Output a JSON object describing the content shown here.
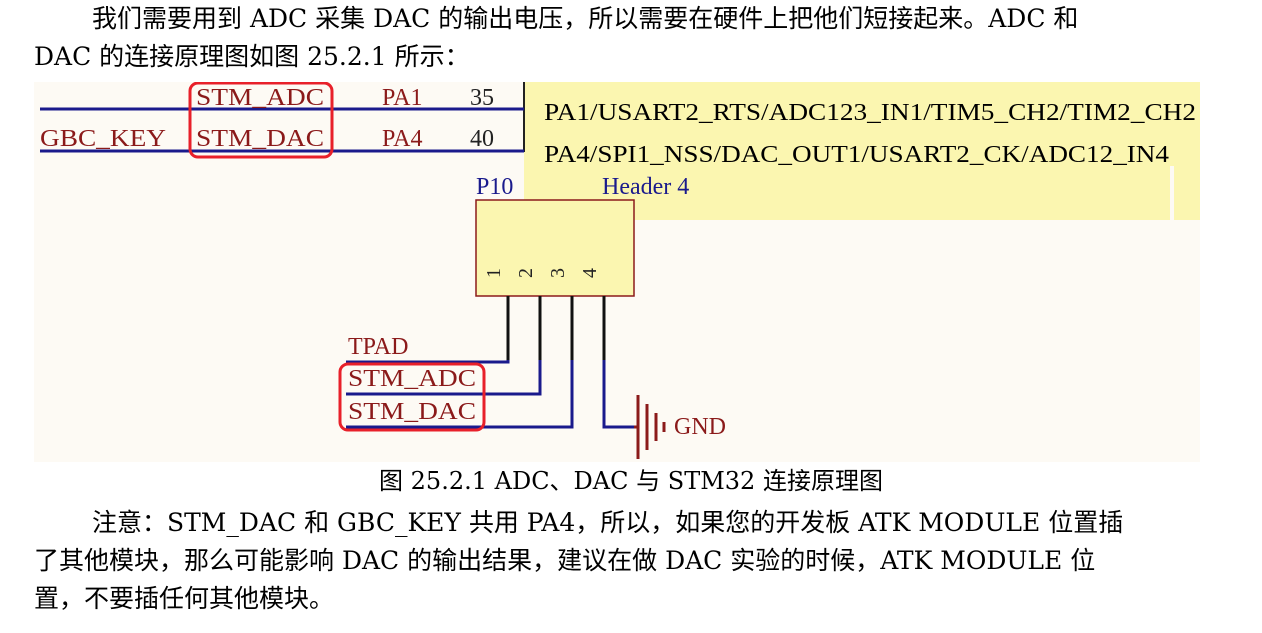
{
  "intro": {
    "line1": "我们需要用到 ADC 采集 DAC 的输出电压，所以需要在硬件上把他们短接起来。ADC 和",
    "line2": "DAC 的连接原理图如图 25.2.1 所示："
  },
  "schematic": {
    "net_stm_adc": "STM_ADC",
    "net_stm_dac": "STM_DAC",
    "net_gbc_key": "GBC_KEY",
    "pin_pa1": "PA1",
    "pin_pa4": "PA4",
    "pin_num_35": "35",
    "pin_num_40": "40",
    "mcu_pin_pa1_func": "PA1/USART2_RTS/ADC123_IN1/TIM5_CH2/TIM2_CH2",
    "mcu_pin_pa4_func": "PA4/SPI1_NSS/DAC_OUT1/USART2_CK/ADC12_IN4",
    "header_ref": "P10",
    "header_name": "Header 4",
    "header_pins": [
      "1",
      "2",
      "3",
      "4"
    ],
    "net_tpad": "TPAD",
    "net_gnd": "GND",
    "colors": {
      "wire": "#1a1a8c",
      "net_label": "#8b1a1a",
      "highlight_box": "#e8202a",
      "mcu_fill": "#fbf6b0",
      "header_fill": "#fbf6b0",
      "schematic_bg": "#fdfaf4"
    }
  },
  "caption": "图 25.2.1 ADC、DAC 与 STM32 连接原理图",
  "note": {
    "line1": "注意：STM_DAC 和 GBC_KEY 共用 PA4，所以，如果您的开发板 ATK MODULE 位置插",
    "line2": "了其他模块，那么可能影响 DAC 的输出结果，建议在做 DAC 实验的时候，ATK MODULE 位",
    "line3": "置，不要插任何其他模块。"
  }
}
